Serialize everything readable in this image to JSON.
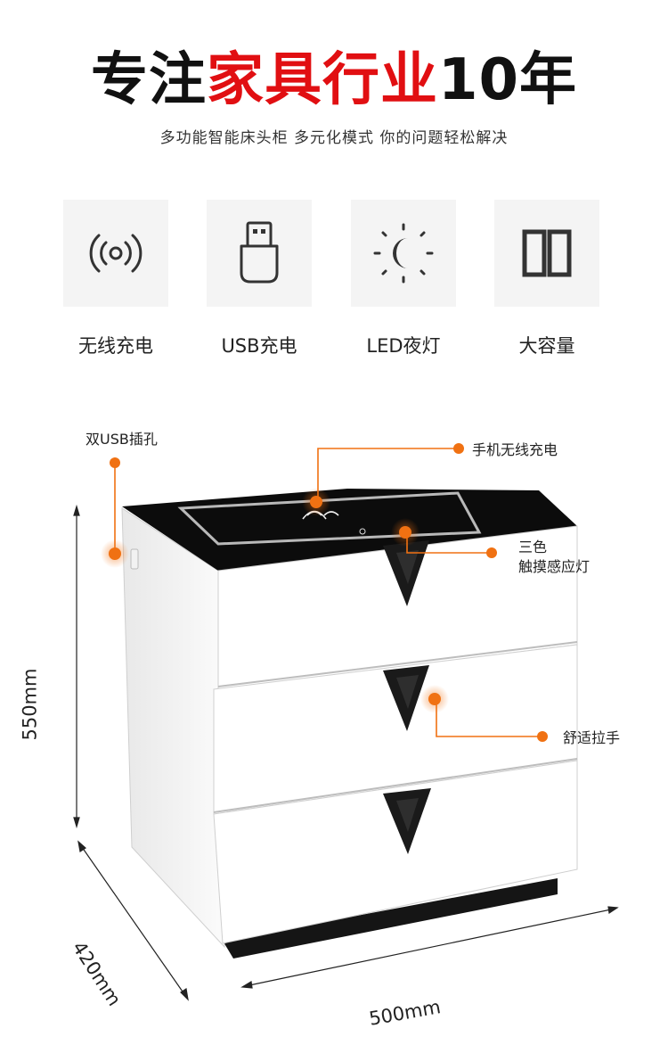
{
  "header": {
    "title_part1": "专注",
    "title_part2": "家具行业",
    "title_part3": "10年",
    "subtitle": "多功能智能床头柜 多元化模式 你的问题轻松解决",
    "accent_color": "#e10f12"
  },
  "features": [
    {
      "label": "无线充电",
      "icon": "wireless-charge-icon"
    },
    {
      "label": "USB充电",
      "icon": "usb-icon"
    },
    {
      "label": "LED夜灯",
      "icon": "moon-light-icon"
    },
    {
      "label": "大容量",
      "icon": "storage-icon"
    }
  ],
  "callouts": {
    "usb": "双USB插孔",
    "wireless": "手机无线充电",
    "light_line1": "三色",
    "light_line2": "触摸感应灯",
    "handle": "舒适拉手",
    "marker_color": "#f07112"
  },
  "dimensions": {
    "height": "550mm",
    "depth": "420mm",
    "width": "500mm"
  }
}
